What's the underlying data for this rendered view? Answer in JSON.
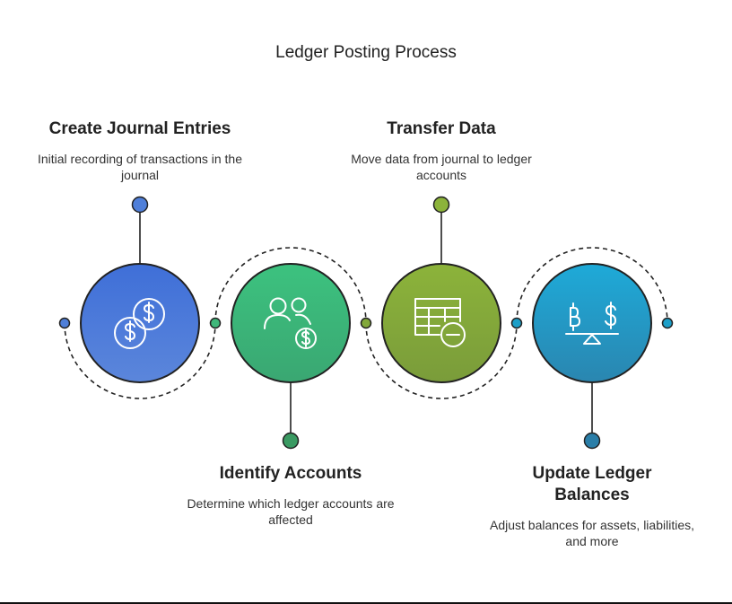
{
  "title": "Ledger Posting Process",
  "colors": {
    "step1": "#4f7fd9",
    "step2": "#3fb87a",
    "step3": "#82a83a",
    "step4": "#1d9fc8",
    "outline": "#222222"
  },
  "steps": [
    {
      "title": "Create Journal Entries",
      "description": "Initial recording of transactions in the journal",
      "icon": "dollar-coins-icon"
    },
    {
      "title": "Identify Accounts",
      "description": "Determine which ledger accounts are affected",
      "icon": "users-dollar-icon"
    },
    {
      "title": "Transfer Data",
      "description": "Move data from journal to ledger accounts",
      "icon": "table-minus-icon"
    },
    {
      "title": "Update Ledger Balances",
      "description": "Adjust balances for assets, liabilities, and more",
      "icon": "balance-scale-icon"
    }
  ]
}
